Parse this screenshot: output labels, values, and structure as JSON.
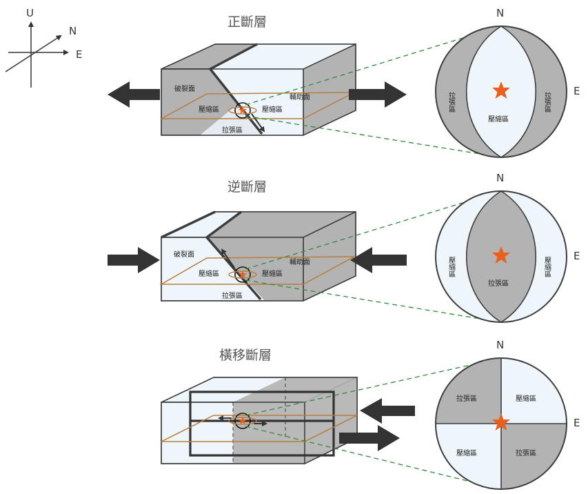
{
  "axes": {
    "up": "U",
    "north": "N",
    "east": "E"
  },
  "normal_fault": {
    "title": "正斷層",
    "fault_plane": "破裂面",
    "auxiliary_plane": "輔助面",
    "compression_left": "壓縮區",
    "compression_right": "壓縮區",
    "tension": "拉張區",
    "ball": {
      "north": "N",
      "east": "E",
      "left": "拉張區",
      "right": "拉張區",
      "center": "壓縮區"
    }
  },
  "reverse_fault": {
    "title": "逆斷層",
    "fault_plane": "破裂面",
    "auxiliary_plane": "輔助面",
    "compression_left": "壓縮區",
    "compression_right": "壓縮區",
    "tension": "拉張區",
    "ball": {
      "north": "N",
      "east": "E",
      "left": "壓縮區",
      "right": "壓縮區",
      "center": "拉張區"
    }
  },
  "strike_slip_fault": {
    "title": "橫移斷層",
    "ball": {
      "north": "N",
      "east": "E",
      "top_left": "拉張區",
      "top_right": "壓縮區",
      "bottom_left": "壓縮區",
      "bottom_right": "拉張區"
    }
  },
  "colors": {
    "gray": "#b3b3b3",
    "light": "#eef5fb",
    "line": "#3c3c3c",
    "arrow": "#333333",
    "plane": "#b87d3b",
    "dash": "#2e8b3a",
    "star": "#e8601c"
  }
}
